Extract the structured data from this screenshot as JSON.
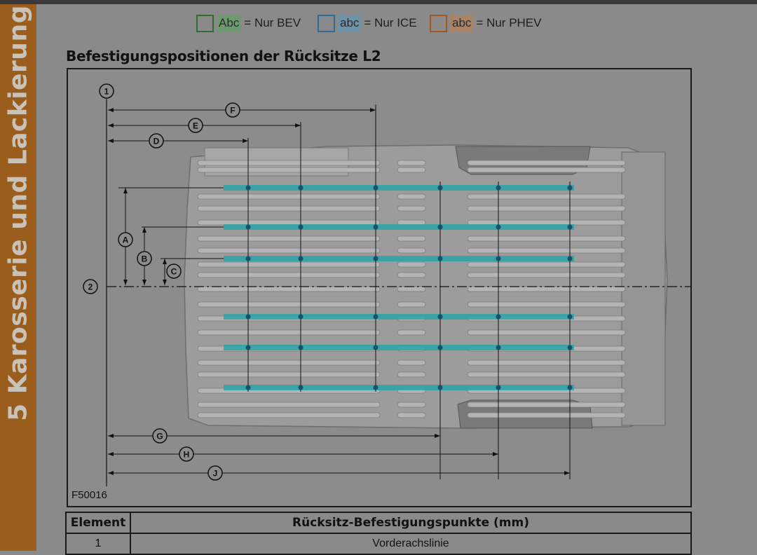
{
  "sidebar": {
    "title": "5 Karosserie und Lackierung"
  },
  "legend": [
    {
      "sample": "Abc",
      "desc": "= Nur BEV",
      "color": "#2f6e2f",
      "fill": "#6f9a6f"
    },
    {
      "sample": "abc",
      "desc": "= Nur ICE",
      "color": "#2a6f9a",
      "fill": "#6f92a8"
    },
    {
      "sample": "abc",
      "desc": "= Nur PHEV",
      "color": "#a4561e",
      "fill": "#a88466"
    }
  ],
  "heading": "Befestigungspositionen der Rücksitze L2",
  "figure": {
    "code": "F50016",
    "ref_points": [
      "1",
      "2"
    ],
    "dimension_labels": [
      "A",
      "B",
      "C",
      "D",
      "E",
      "F",
      "G",
      "H",
      "J"
    ],
    "rail_color": "#2aa3a8"
  },
  "table": {
    "headers": [
      "Element",
      "Rücksitz-Befestigungspunkte (mm)"
    ],
    "rows": [
      [
        "1",
        "Vorderachslinie"
      ]
    ]
  }
}
